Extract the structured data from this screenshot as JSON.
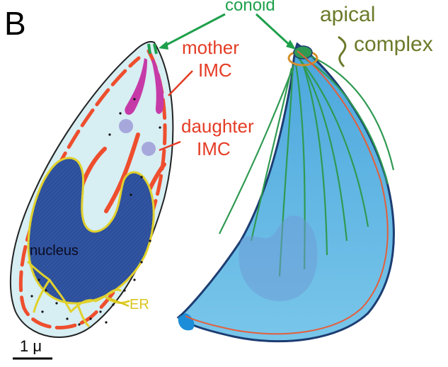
{
  "figure": {
    "panel_letter": "B"
  },
  "labels": {
    "conoid": "conoid",
    "apical": "apical",
    "complex": "complex",
    "mother_line1": "mother",
    "mother_line2": "IMC",
    "daughter_line1": "daughter",
    "daughter_line2": "IMC",
    "nucleus": "nucleus",
    "er": "ER",
    "scale": "1 μ"
  },
  "colors": {
    "conoid_label": "#1ea04b",
    "apical_label": "#6b7a2a",
    "imc_label": "#e43c25",
    "er_label": "#d9c51e",
    "cell_fill": "#d7eef3",
    "nucleus_fill": "#2d4f9a",
    "microtubule": "#2f9a52",
    "parasite_fill": "#5fb4e0"
  }
}
